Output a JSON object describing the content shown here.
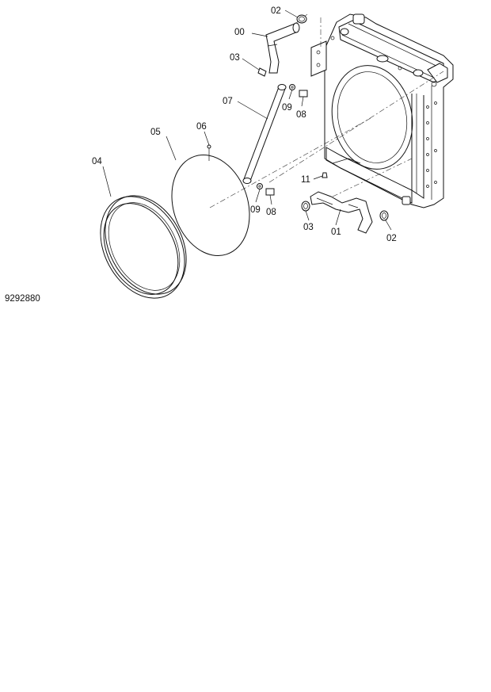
{
  "drawing_number": "9292880",
  "callouts": {
    "c00": "00",
    "c01": "01",
    "c02_top": "02",
    "c02_bottom": "02",
    "c03_top": "03",
    "c03_bottom": "03",
    "c04": "04",
    "c05": "05",
    "c06": "06",
    "c07": "07",
    "c08_upper": "08",
    "c08_lower": "08",
    "c09_upper": "09",
    "c09_lower": "09",
    "c11": "11"
  }
}
